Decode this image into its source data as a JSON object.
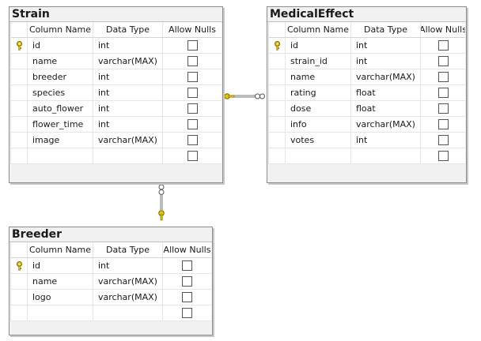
{
  "column_headers": {
    "column_name": "Column Name",
    "data_type": "Data Type",
    "allow_nulls": "Allow Nulls"
  },
  "tables": {
    "strain": {
      "title": "Strain",
      "rows": [
        {
          "name": "id",
          "type": "int",
          "key": true,
          "allow_nulls": false
        },
        {
          "name": "name",
          "type": "varchar(MAX)",
          "key": false,
          "allow_nulls": false
        },
        {
          "name": "breeder",
          "type": "int",
          "key": false,
          "allow_nulls": false
        },
        {
          "name": "species",
          "type": "int",
          "key": false,
          "allow_nulls": false
        },
        {
          "name": "auto_flower",
          "type": "int",
          "key": false,
          "allow_nulls": false
        },
        {
          "name": "flower_time",
          "type": "int",
          "key": false,
          "allow_nulls": false
        },
        {
          "name": "image",
          "type": "varchar(MAX)",
          "key": false,
          "allow_nulls": false
        }
      ]
    },
    "medical_effect": {
      "title": "MedicalEffect",
      "rows": [
        {
          "name": "id",
          "type": "int",
          "key": true,
          "allow_nulls": false
        },
        {
          "name": "strain_id",
          "type": "int",
          "key": false,
          "allow_nulls": false
        },
        {
          "name": "name",
          "type": "varchar(MAX)",
          "key": false,
          "allow_nulls": false
        },
        {
          "name": "rating",
          "type": "float",
          "key": false,
          "allow_nulls": false
        },
        {
          "name": "dose",
          "type": "float",
          "key": false,
          "allow_nulls": false
        },
        {
          "name": "info",
          "type": "varchar(MAX)",
          "key": false,
          "allow_nulls": false
        },
        {
          "name": "votes",
          "type": "int",
          "key": false,
          "allow_nulls": false
        }
      ]
    },
    "breeder": {
      "title": "Breeder",
      "rows": [
        {
          "name": "id",
          "type": "int",
          "key": true,
          "allow_nulls": false
        },
        {
          "name": "name",
          "type": "varchar(MAX)",
          "key": false,
          "allow_nulls": false
        },
        {
          "name": "logo",
          "type": "varchar(MAX)",
          "key": false,
          "allow_nulls": false
        }
      ]
    }
  },
  "relationships": [
    {
      "from_table": "Strain",
      "to_table": "MedicalEffect",
      "one_end": "Strain",
      "many_end": "MedicalEffect"
    },
    {
      "from_table": "Breeder",
      "to_table": "Strain",
      "one_end": "Breeder",
      "many_end": "Strain"
    }
  ],
  "colors": {
    "key_icon": "#e8c400",
    "connector": "#7a7a7a",
    "panel_bg": "#f1f1f1"
  }
}
